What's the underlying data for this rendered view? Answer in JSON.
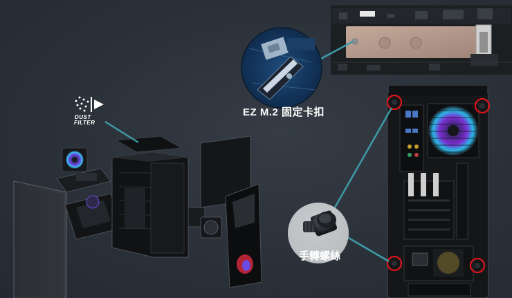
{
  "captions": {
    "ez_m2_clip": "EZ M.2 固定卡扣",
    "thumb_screw": "手轉螺絲",
    "dust_filter_line1": "DUST",
    "dust_filter_line2": "FILTER"
  },
  "colors": {
    "background": "#2b3139",
    "callout_line": "#3e9aa8",
    "highlight_ring": "#e0141e",
    "case_body": "#141618",
    "pcb": "#b59a8c",
    "dragon_accent": "#d12a3c"
  }
}
